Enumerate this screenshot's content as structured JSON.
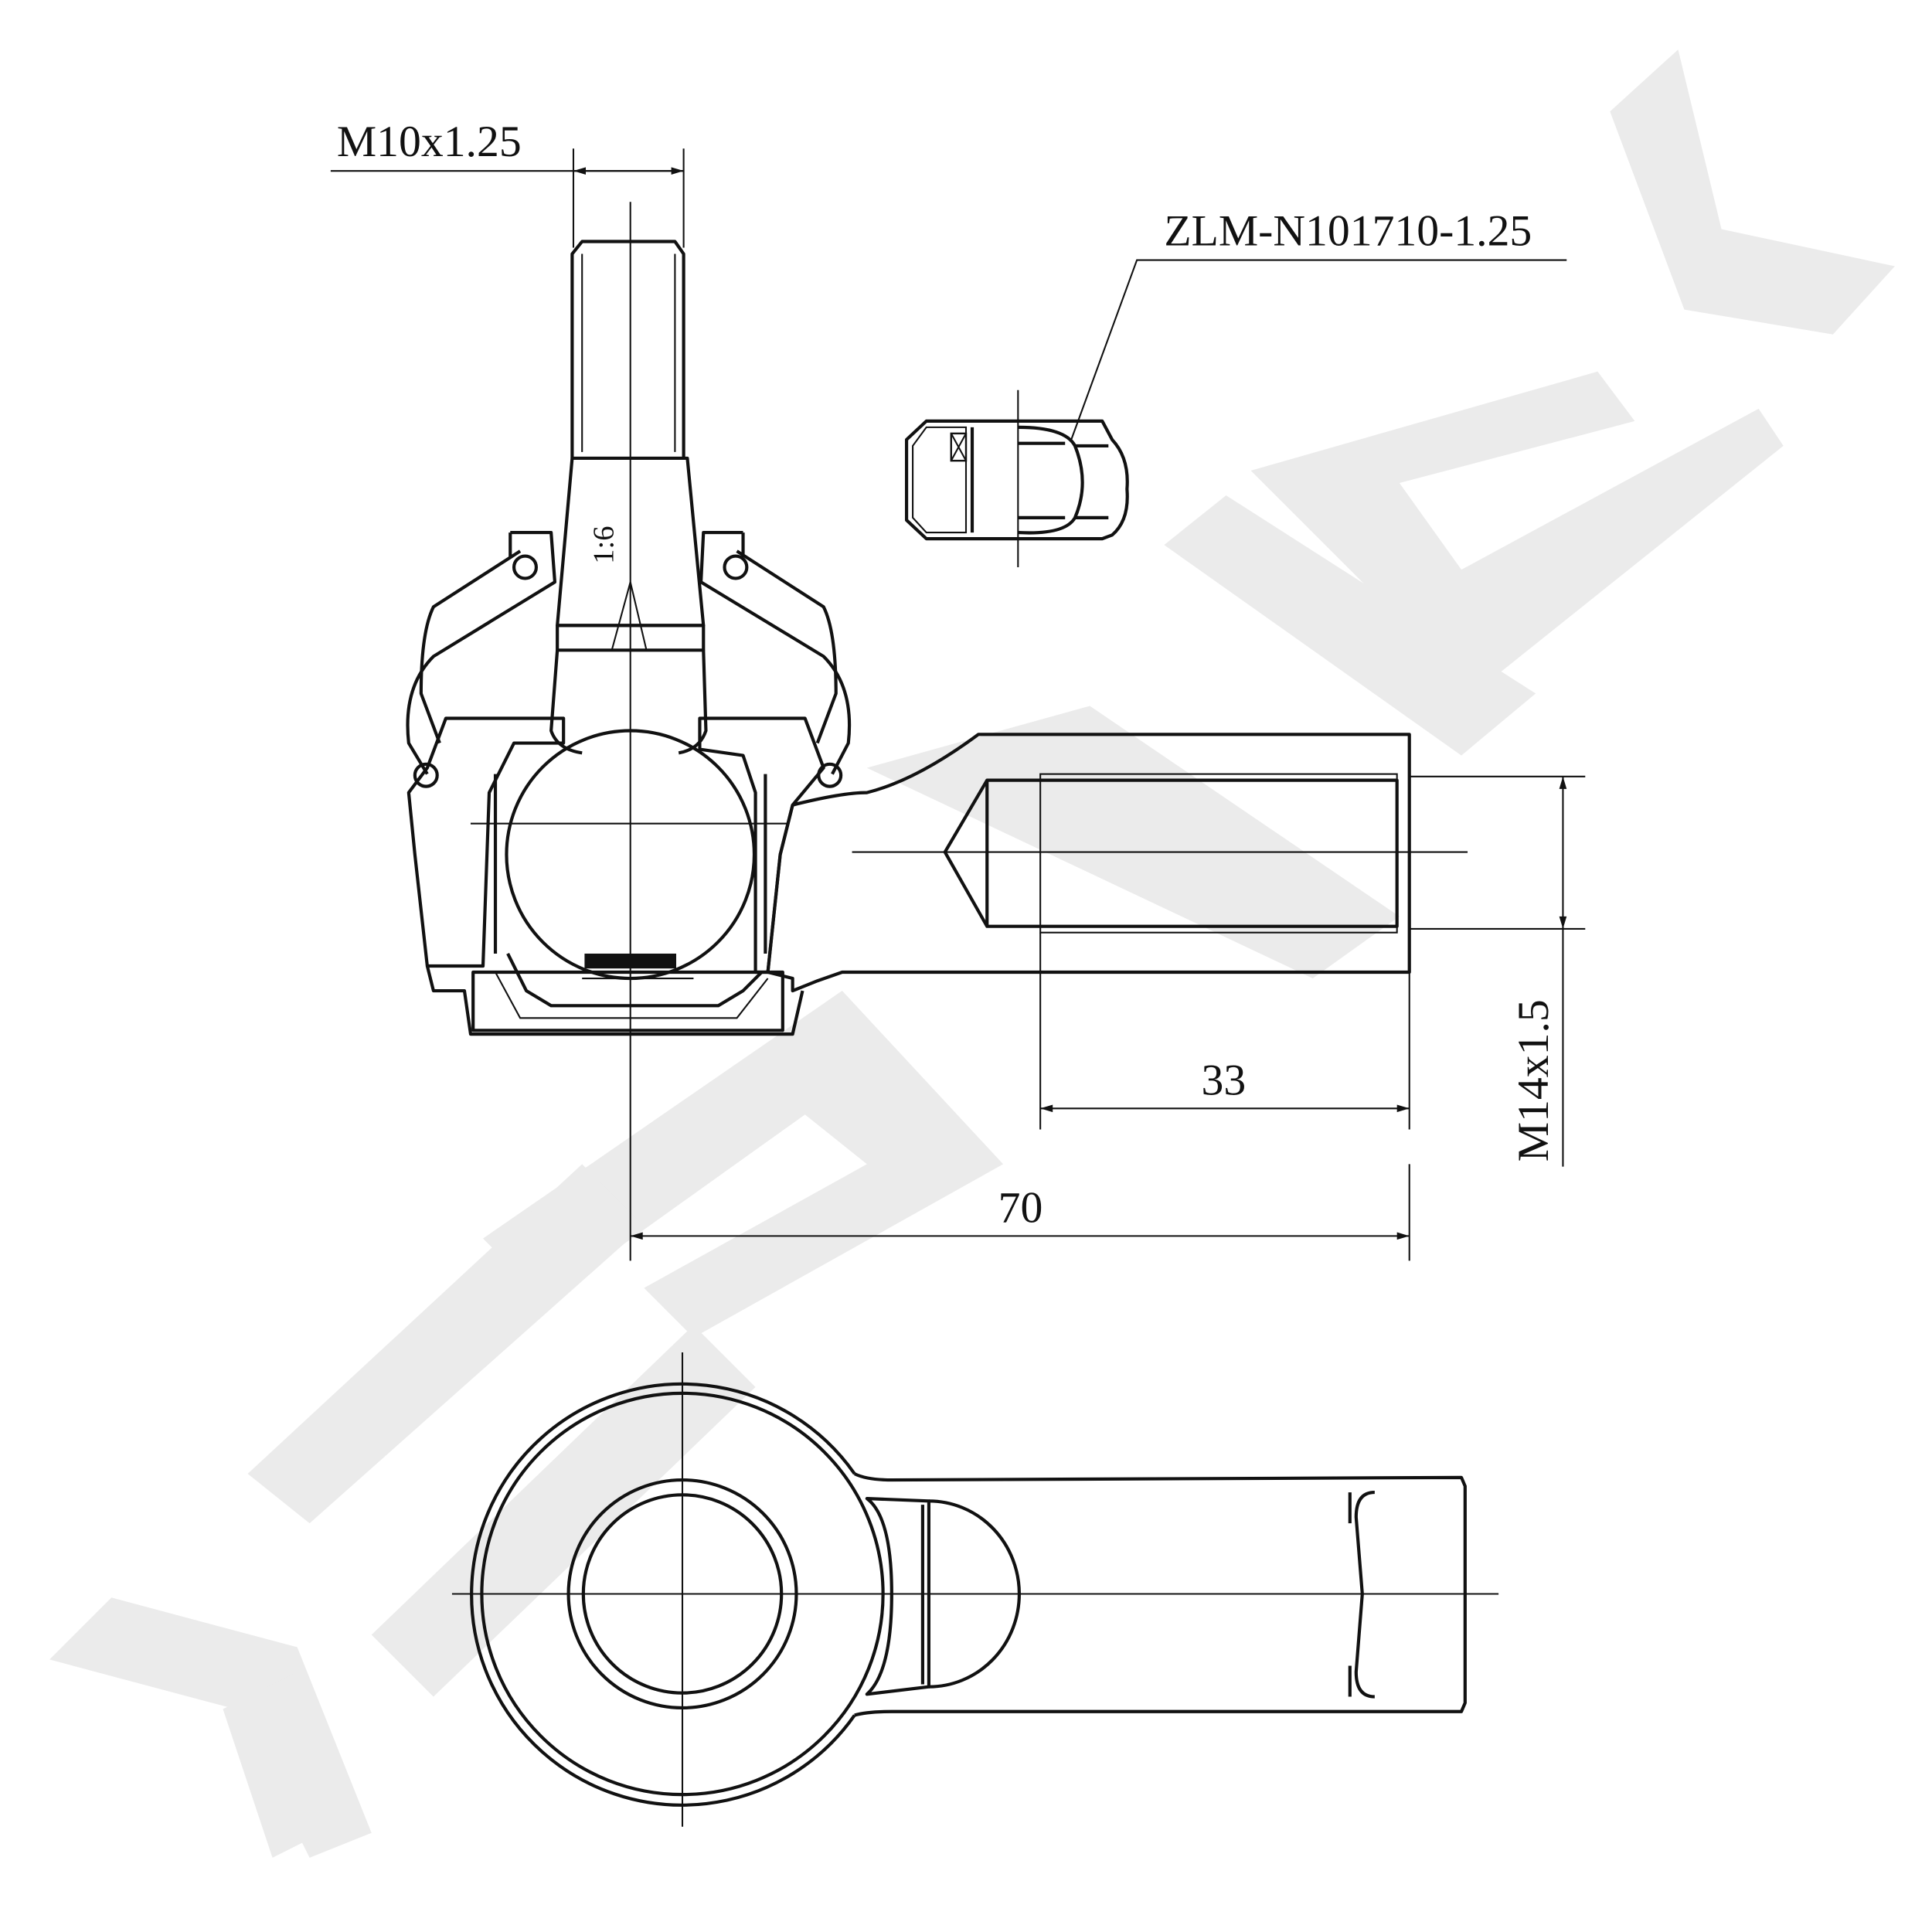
{
  "drawing": {
    "stud_thread_label": "M10x1.25",
    "nut_part_label": "ZLM-N101710-1.25",
    "taper_label": "1:6",
    "bore_thread_label": "M14x1.5",
    "thread_depth_dim": "33",
    "overall_length_dim": "70"
  },
  "colors": {
    "line": "#111111",
    "watermark": "#ebebeb"
  }
}
